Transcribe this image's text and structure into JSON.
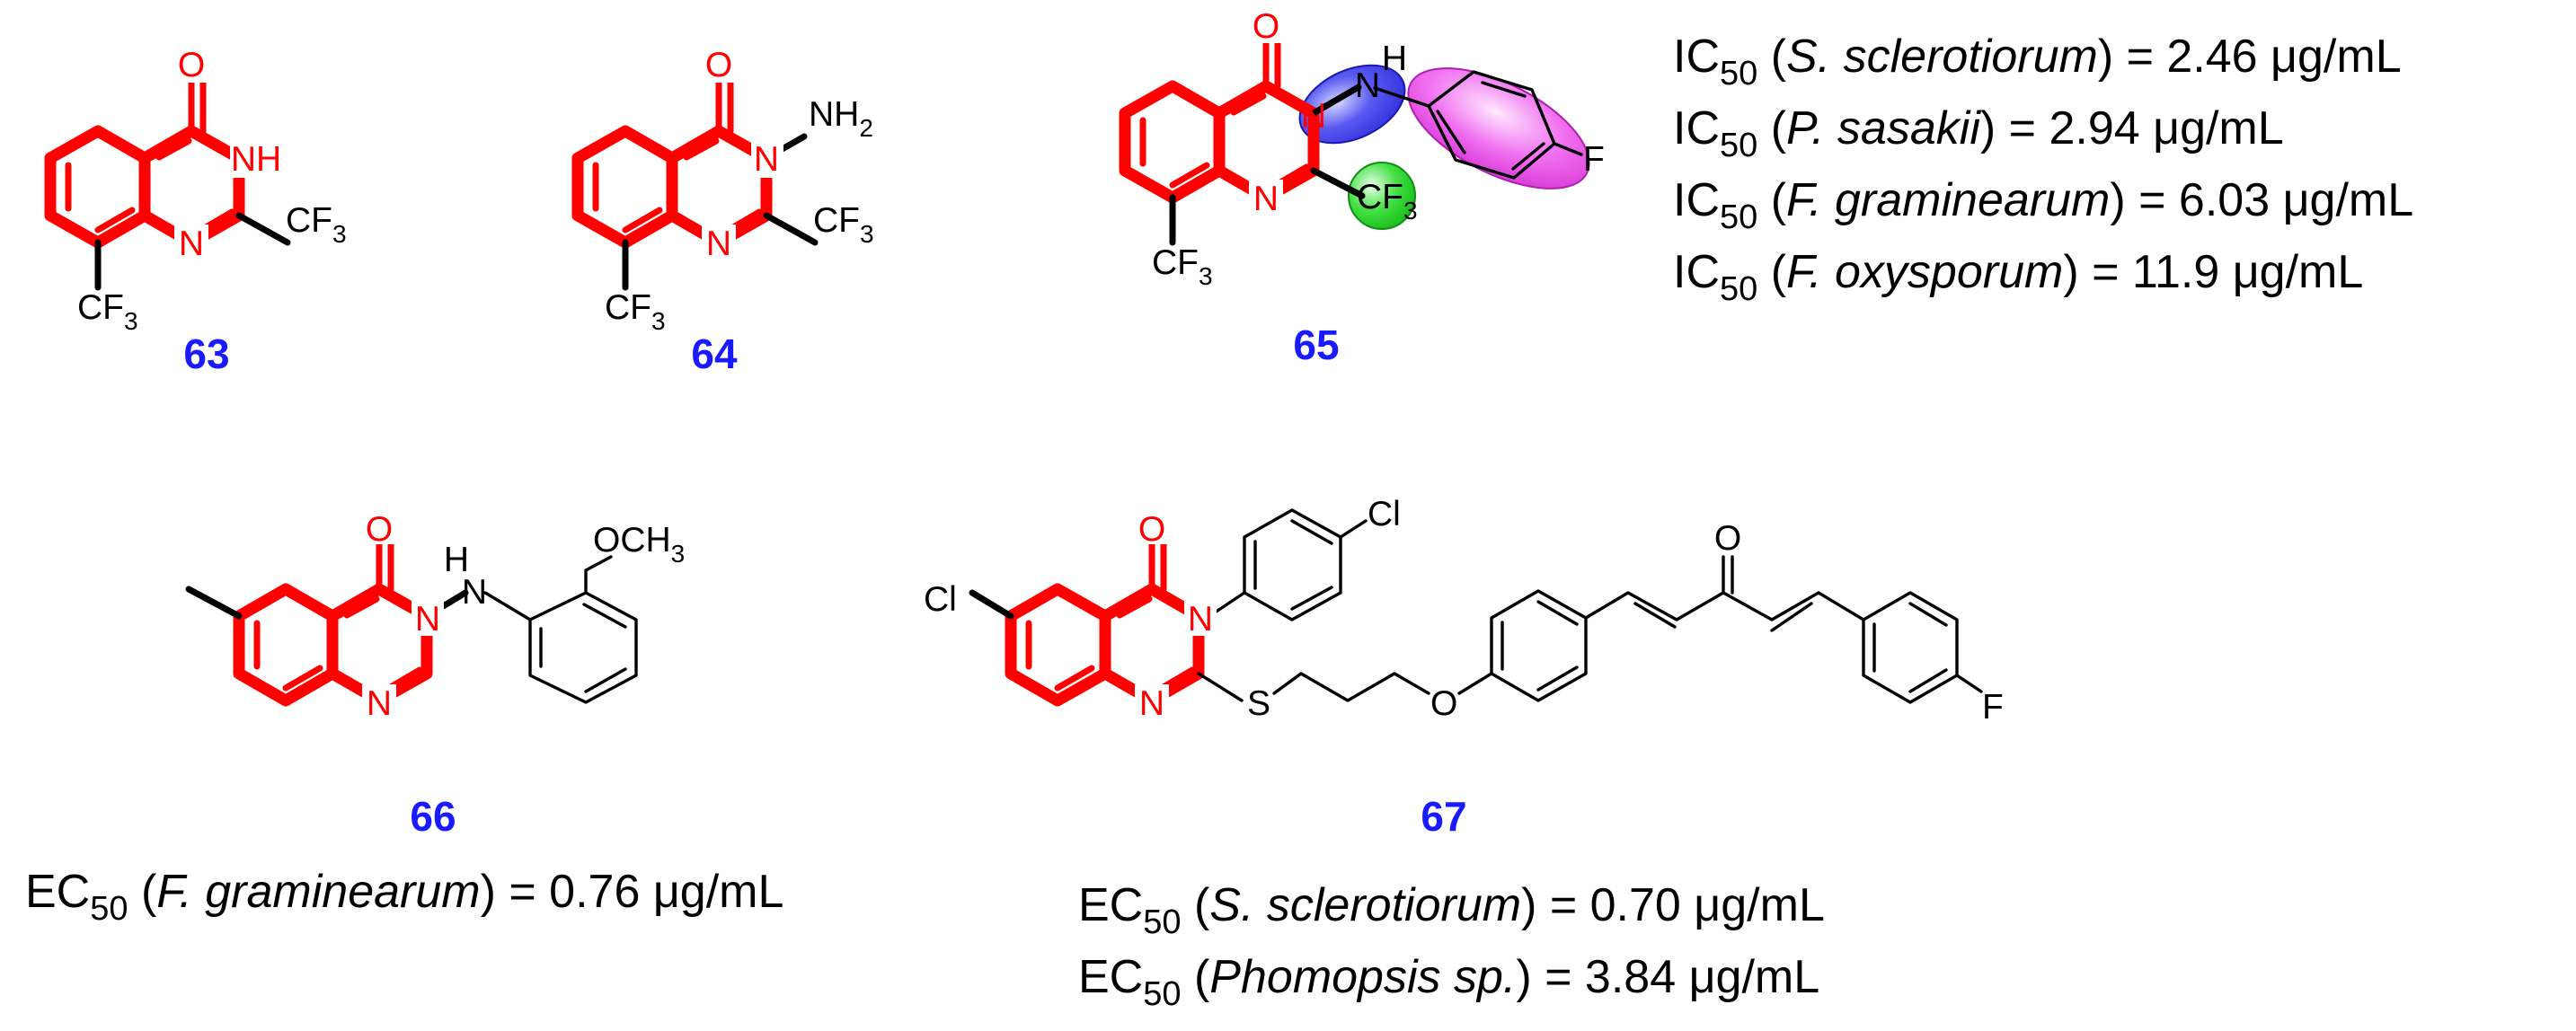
{
  "compounds": [
    {
      "number": "63",
      "labels": {
        "carbonyl_o": "O",
        "nh": "NH",
        "ring_n": "N",
        "cf3_2": "CF",
        "cf3_8": "CF",
        "sub3": "3"
      },
      "activities": []
    },
    {
      "number": "64",
      "labels": {
        "carbonyl_o": "O",
        "n3": "N",
        "nh2": "NH",
        "sub2": "2",
        "ring_n": "N",
        "cf3_2": "CF",
        "cf3_8": "CF",
        "sub3": "3"
      },
      "activities": []
    },
    {
      "number": "65",
      "labels": {
        "carbonyl_o": "O",
        "n3": "N",
        "nh_n": "N",
        "nh_h": "H",
        "ring_n": "N",
        "cf3_2": "CF",
        "cf3_8": "CF",
        "sub3": "3",
        "f": "F"
      },
      "activities": [
        {
          "metric": "IC",
          "subscript": "50",
          "organism": "S.  sclerotiorum",
          "value": ") = 2.46 μg/mL"
        },
        {
          "metric": "IC",
          "subscript": "50",
          "organism": "P.  sasakii",
          "value": ") = 2.94 μg/mL"
        },
        {
          "metric": "IC",
          "subscript": "50",
          "organism": "F.  graminearum",
          "value": ") = 6.03 μg/mL"
        },
        {
          "metric": "IC",
          "subscript": "50",
          "organism": "F.  oxysporum",
          "value": ") = 11.9  μg/mL"
        }
      ]
    },
    {
      "number": "66",
      "labels": {
        "carbonyl_o": "O",
        "n3": "N",
        "nh_n": "N",
        "nh_h": "H",
        "ring_n": "N",
        "och3": "OCH",
        "sub3": "3"
      },
      "activities": [
        {
          "metric": "EC",
          "subscript": "50",
          "organism": "F.  graminearum",
          "value": ") = 0.76 μg/mL"
        }
      ]
    },
    {
      "number": "67",
      "labels": {
        "carbonyl_o": "O",
        "n3": "N",
        "ring_n": "N",
        "cl6": "Cl",
        "cl_phenyl": "Cl",
        "s": "S",
        "o_ether": "O",
        "o_ketone": "O",
        "f": "F"
      },
      "activities": [
        {
          "metric": "EC",
          "subscript": "50",
          "organism": "S. sclerotiorum",
          "value": ") = 0.70 μg/mL"
        },
        {
          "metric": "EC",
          "subscript": "50",
          "organism": "Phomopsis sp.",
          "value": ") = 3.84 μg/mL"
        }
      ]
    }
  ],
  "colors": {
    "scaffold": "#ff0000",
    "compound_number": "#1a1aff",
    "highlight_amine": "#3a3af0",
    "highlight_cf3": "#22dd22",
    "highlight_aryl": "#ee44ee"
  }
}
